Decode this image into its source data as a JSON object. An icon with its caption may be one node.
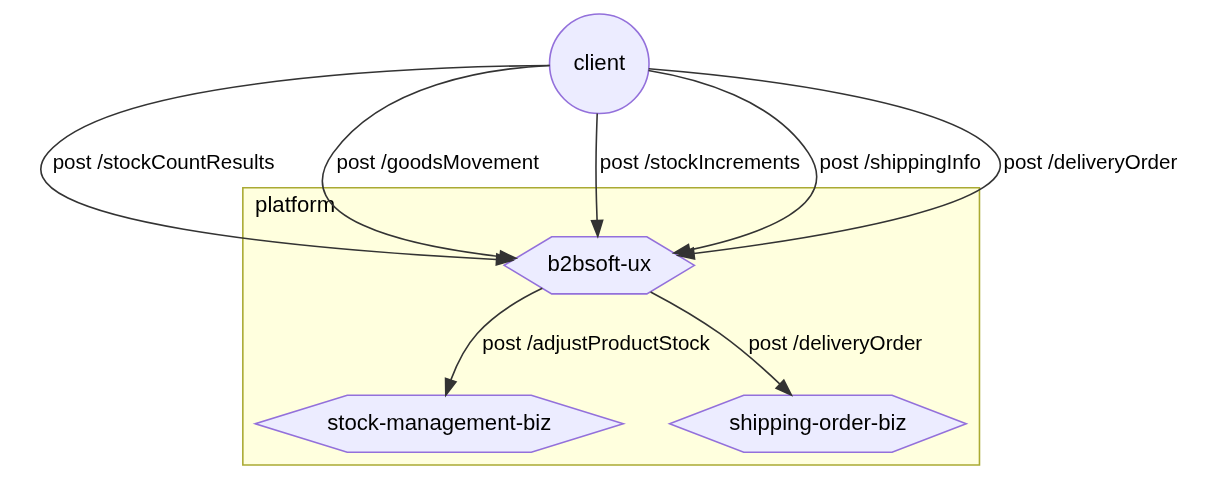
{
  "diagram": {
    "nodes": [
      {
        "text": [
          "client"
        ]
      },
      {
        "text": [
          "platform"
        ]
      },
      {
        "text": [
          "b2bsoft-ux"
        ],
        "in": 1
      },
      {
        "text": [
          "stock-management-biz"
        ],
        "in": 1
      },
      {
        "text": [
          "shipping-order-biz"
        ],
        "in": 1
      }
    ],
    "edges": [
      {
        "from": 0,
        "to": 2,
        "arrow": "to",
        "label": "post /stockCountResults"
      },
      {
        "from": 0,
        "to": 2,
        "arrow": "to",
        "label": "post /goodsMovement"
      },
      {
        "from": 0,
        "to": 2,
        "arrow": "to",
        "label": "post /stockIncrements"
      },
      {
        "from": 0,
        "to": 2,
        "arrow": "to",
        "label": "post /shippingInfo"
      },
      {
        "from": 0,
        "to": 2,
        "arrow": "to",
        "label": "post /deliveryOrder"
      },
      {
        "from": 2,
        "to": 3,
        "arrow": "to",
        "label": "post /adjustProductStock"
      },
      {
        "from": 2,
        "to": 4,
        "arrow": "to",
        "label": "post /deliveryOrder"
      }
    ]
  }
}
